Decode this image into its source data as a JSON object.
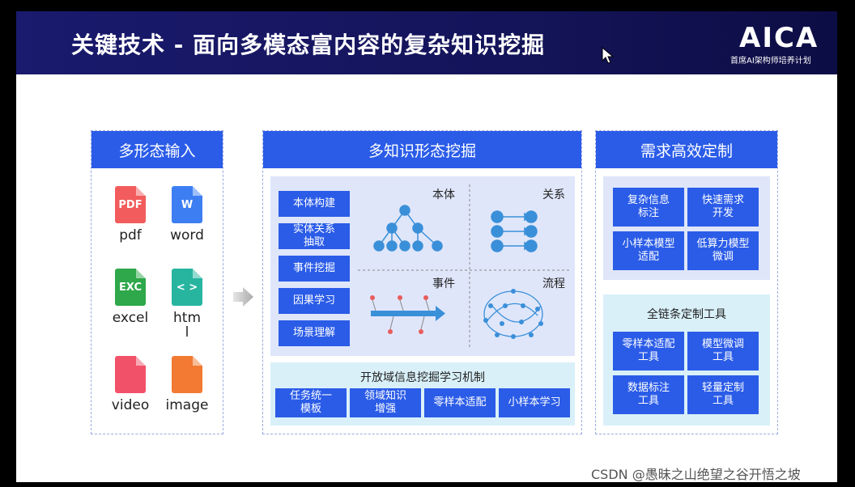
{
  "header": {
    "title": "关键技术 - 面向多模态富内容的复杂知识挖掘",
    "logo": "AICA",
    "logo_sub": "首席AI架构师培养计划"
  },
  "left_panel": {
    "title": "多形态输入",
    "files": [
      {
        "label": "pdf",
        "tag": "PDF",
        "icon": "pdf-file-icon",
        "color": "#f25c5c"
      },
      {
        "label": "word",
        "tag": "W",
        "icon": "word-file-icon",
        "color": "#3d7ef2"
      },
      {
        "label": "excel",
        "tag": "EXC",
        "icon": "excel-file-icon",
        "color": "#2ea84a"
      },
      {
        "label": "htm\nl",
        "tag": "< >",
        "icon": "html-file-icon",
        "color": "#27b5a0"
      },
      {
        "label": "video",
        "tag": "",
        "icon": "video-file-icon",
        "color": "#f2516a"
      },
      {
        "label": "image",
        "tag": "",
        "icon": "image-file-icon",
        "color": "#f27a32"
      }
    ]
  },
  "mid_panel": {
    "title": "多知识形态挖掘",
    "methods": [
      "本体构建",
      "实体关系\n抽取",
      "事件挖掘",
      "因果学习",
      "场景理解"
    ],
    "quadrants": {
      "ontology": "本体",
      "relation": "关系",
      "event": "事件",
      "process": "流程"
    },
    "open_domain": {
      "title": "开放域信息挖掘学习机制",
      "items": [
        "任务统一\n模板",
        "领域知识\n增强",
        "零样本适配",
        "小样本学习"
      ]
    }
  },
  "right_panel": {
    "title": "需求高效定制",
    "top_items": [
      "复杂信息\n标注",
      "快速需求\n开发",
      "小样本模型\n适配",
      "低算力模型\n微调"
    ],
    "tools": {
      "title": "全链条定制工具",
      "items": [
        "零样本适配\n工具",
        "模型微调\n工具",
        "数据标注\n工具",
        "轻量定制\n工具"
      ]
    }
  },
  "watermark": "CSDN @愚昧之山绝望之谷开悟之坡",
  "colors": {
    "accent": "#2b5ce8",
    "header_bg": "#14145a",
    "panel_bg": "#dfe6fa"
  }
}
